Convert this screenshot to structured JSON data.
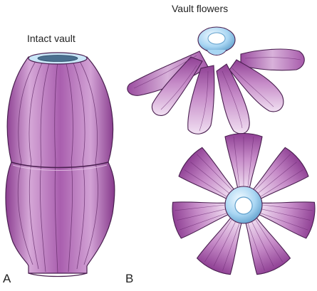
{
  "figure": {
    "intact_title": "Intact vault",
    "flowers_title": "Vault flowers",
    "panel_a": "A",
    "panel_b": "B"
  },
  "colors": {
    "petal_light": "#e6c8e8",
    "petal_mid": "#b76fb9",
    "petal_dark": "#7a2f80",
    "outline": "#4a1f50",
    "ring_light": "#e6f4ff",
    "ring_mid": "#9fcff0",
    "ring_dark": "#5f9fcb"
  }
}
